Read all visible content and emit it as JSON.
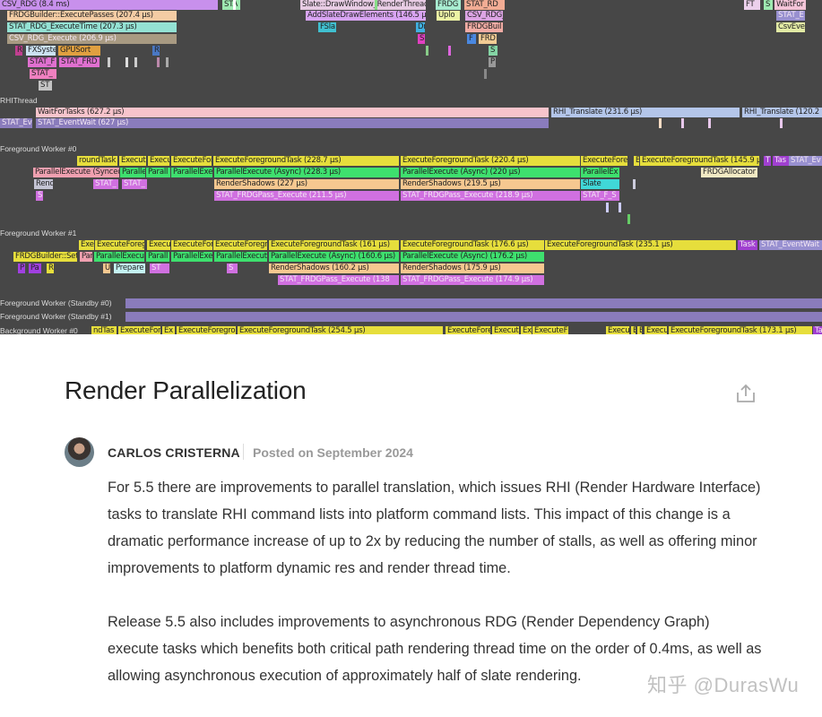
{
  "profiler": {
    "row_labels": [
      "RHIThread",
      "Foreground Worker #0",
      "Foreground Worker #1",
      "Foreground Worker (Standby #0)",
      "Foreground Worker (Standby #1)",
      "Background Worker #0"
    ],
    "bars": [
      "CSV_RDG (8.4 ms)",
      "STA",
      "Slate::DrawWindow_RenderThread (",
      "FRDG",
      "STAT_RD",
      "FT",
      "S",
      "WaitFor",
      "FRDGBuilder::ExecutePasses (207.4 μs)",
      "AddSlateDrawElements (146.5 μs)",
      "Uplo",
      "CSV_RDG_",
      "STAT_E",
      "STAT_RDG_ExecuteTime (207.3 μs)",
      "FSla",
      "Dr",
      "FRDGBuil",
      "CsvEve",
      "CSV_RDG_Execute (206.9 μs)",
      "S",
      "F",
      "FRD",
      "R",
      "FXSyste",
      "GPUSort",
      "R",
      "S",
      "STAT_F",
      "STAT_FRD",
      "P",
      "STAT_",
      "ST",
      "WaitForTasks (627.2 μs)",
      "RHI_Translate (231.6 μs)",
      "RHI_Translate (120.2 μs)",
      "STAT_Eve",
      "STAT_EventWait (627 μs)",
      "roundTask",
      "Execut",
      "Execu",
      "ExecuteFor",
      "ExecuteForegroundTask (228.7 μs)",
      "ExecuteForegroundTask (220.4 μs)",
      "ExecuteFore",
      "E",
      "ExecuteForegroundTask (145.9 μs)",
      "T",
      "Tas",
      "STAT_Ev",
      "ParallelExecute (Synced)",
      "Paralle",
      "Parall",
      "ParallelExe",
      "ParallelExecute (Async) (228.3 μs)",
      "ParallelExecute (Async) (220 μs)",
      "ParallelEx",
      "FRDGAllocator",
      "Rend",
      "STAT_",
      "STAT_",
      "RenderShadows (227 μs)",
      "RenderShadows (219.5 μs)",
      "Slate",
      "S",
      "STAT_FRDGPass_Execute (211.5 μs)",
      "STAT_FRDGPass_Execute (218.9 μs)",
      "STAT_F_S",
      "Exe",
      "ExecuteForegr",
      "Execut",
      "ExecuteFor",
      "ExecuteForegro",
      "ExecuteForegroundTask (161 μs)",
      "ExecuteForegroundTask (176.6 μs)",
      "ExecuteForegroundTask (235.1 μs)",
      "Task",
      "STAT_EventWait (",
      "FRDGBuilder::Set",
      "Par",
      "ParallelExecut",
      "Parall",
      "ParallelExe",
      "ParallelExecute",
      "ParallelExecute (Async) (160.6 μs)",
      "ParallelExecute (Async) (176.2 μs)",
      "P",
      "Pa",
      "R",
      "U",
      "Prepare",
      "ST",
      "S",
      "RenderShadows (160.2 μs)",
      "RenderShadows (175.9 μs)",
      "STAT_FRDGPass_Execute (138",
      "STAT_FRDGPass_Execute (174.9 μs)",
      "",
      "",
      "ndTas",
      "ExecuteFore",
      "Ex",
      "ExecuteForegrou",
      "ExecuteForegroundTask (254.5 μs)",
      "ExecuteForegroundT",
      "Execute",
      "Exe",
      "ExecuteF",
      "Execut",
      "E",
      "E",
      "Execut",
      "ExecuteForegroundTask (173.1 μs)",
      "Task"
    ]
  },
  "article": {
    "title": "Render Parallelization",
    "share_icon": "share-icon",
    "author": "CARLOS CRISTERNA",
    "date": "Posted on September 2024",
    "paragraphs": [
      "For 5.5 there are improvements to parallel translation, which issues RHI (Render Hardware Interface) tasks to translate RHI command lists into platform command lists. This impact of this change is a dramatic performance increase of up to 2x by reducing the number of stalls, as well as offering minor improvements to platform dynamic res and render thread time.",
      "Release 5.5 also includes improvements to asynchronous RDG (Render Dependency Graph) execute tasks which benefits both critical path rendering thread time on the order of 0.4ms, as well as allowing asynchronous execution of approximately half of slate rendering."
    ]
  },
  "watermark": "知乎 @DurasWu"
}
